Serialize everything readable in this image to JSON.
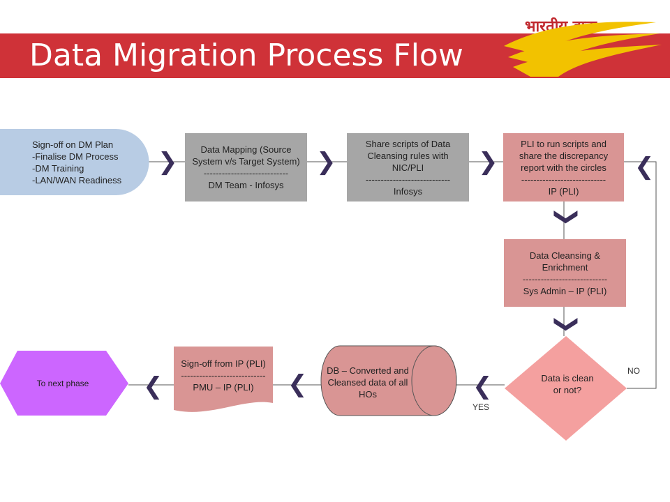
{
  "title": "Data Migration Process Flow",
  "logo": {
    "text": "भारतीय डाक",
    "colors": [
      "#c0282e",
      "#f2c200"
    ]
  },
  "colors": {
    "title_bar": "#cf3238",
    "gray_box": "#a6a6a6",
    "pink_box": "#d99594",
    "diamond": "#f4a09f",
    "start": "#b8cce4",
    "end": "#cc66ff",
    "chevron": "#3a2e5a"
  },
  "nodes": {
    "signoff_plan": {
      "lines": [
        "Sign-off on DM Plan",
        "-Finalise DM Process",
        "-DM Training",
        "-LAN/WAN Readiness"
      ]
    },
    "data_mapping": {
      "text": "Data Mapping (Source System v/s Target System)",
      "separator": "----------------------------",
      "owner": "DM Team - Infosys"
    },
    "share_scripts": {
      "text": "Share scripts of Data Cleansing rules with NIC/PLI",
      "separator": "----------------------------",
      "owner": "Infosys"
    },
    "run_scripts": {
      "text": "PLI to run scripts and share the discrepancy report with the circles",
      "separator": "----------------------------",
      "owner": "IP (PLI)"
    },
    "cleansing": {
      "text": "Data Cleansing & Enrichment",
      "separator": "----------------------------",
      "owner": "Sys Admin – IP (PLI)"
    },
    "decision": {
      "text": "Data is clean or not?"
    },
    "db": {
      "text": "DB – Converted and Cleansed data of all HOs"
    },
    "signoff_ip": {
      "text": "Sign-off from IP (PLI)",
      "separator": "----------------------------",
      "owner": "PMU – IP (PLI)"
    },
    "next_phase": {
      "text": "To next phase"
    }
  },
  "labels": {
    "yes": "YES",
    "no": "NO"
  },
  "chevrons": {
    "right": "❯",
    "left": "❮",
    "down": "❯"
  }
}
